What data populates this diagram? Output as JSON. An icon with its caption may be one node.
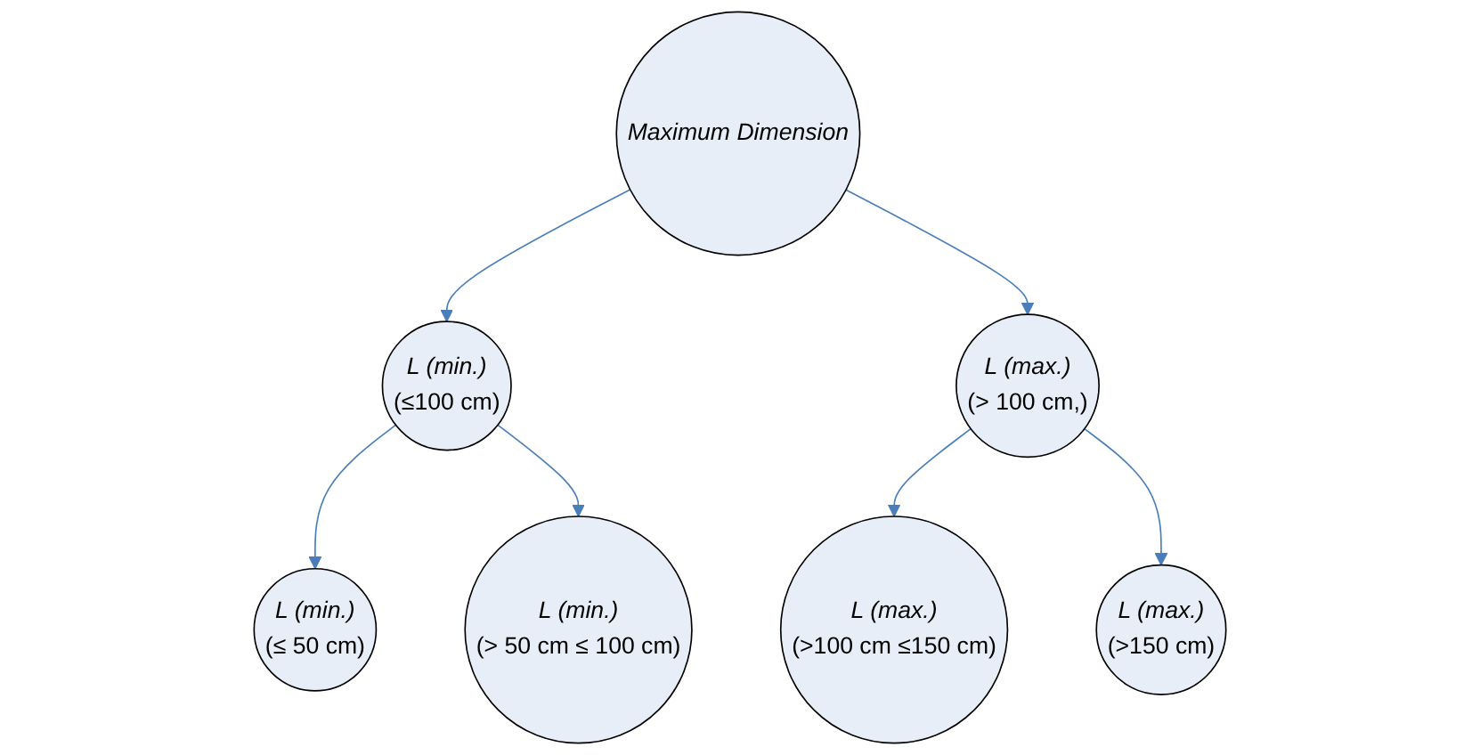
{
  "diagram": {
    "nodes": [
      {
        "text": [
          "Maximum Dimension"
        ]
      },
      {
        "text": [
          "L (min.)",
          "(≤100 cm)"
        ]
      },
      {
        "text": [
          "L (max.)",
          "(> 100 cm,)"
        ]
      },
      {
        "text": [
          "L (min.)",
          "(≤ 50 cm)"
        ]
      },
      {
        "text": [
          "L (min.)",
          "(> 50 cm ≤ 100 cm)"
        ]
      },
      {
        "text": [
          "L (max.)",
          "(>100 cm ≤150 cm)"
        ]
      },
      {
        "text": [
          "L (max.)",
          "(>150 cm)"
        ]
      }
    ],
    "edges": [
      {
        "from": 0,
        "to": 1,
        "arrow": "to"
      },
      {
        "from": 0,
        "to": 2,
        "arrow": "to"
      },
      {
        "from": 1,
        "to": 3,
        "arrow": "to"
      },
      {
        "from": 1,
        "to": 4,
        "arrow": "to"
      },
      {
        "from": 2,
        "to": 5,
        "arrow": "to"
      },
      {
        "from": 2,
        "to": 6,
        "arrow": "to"
      }
    ]
  }
}
